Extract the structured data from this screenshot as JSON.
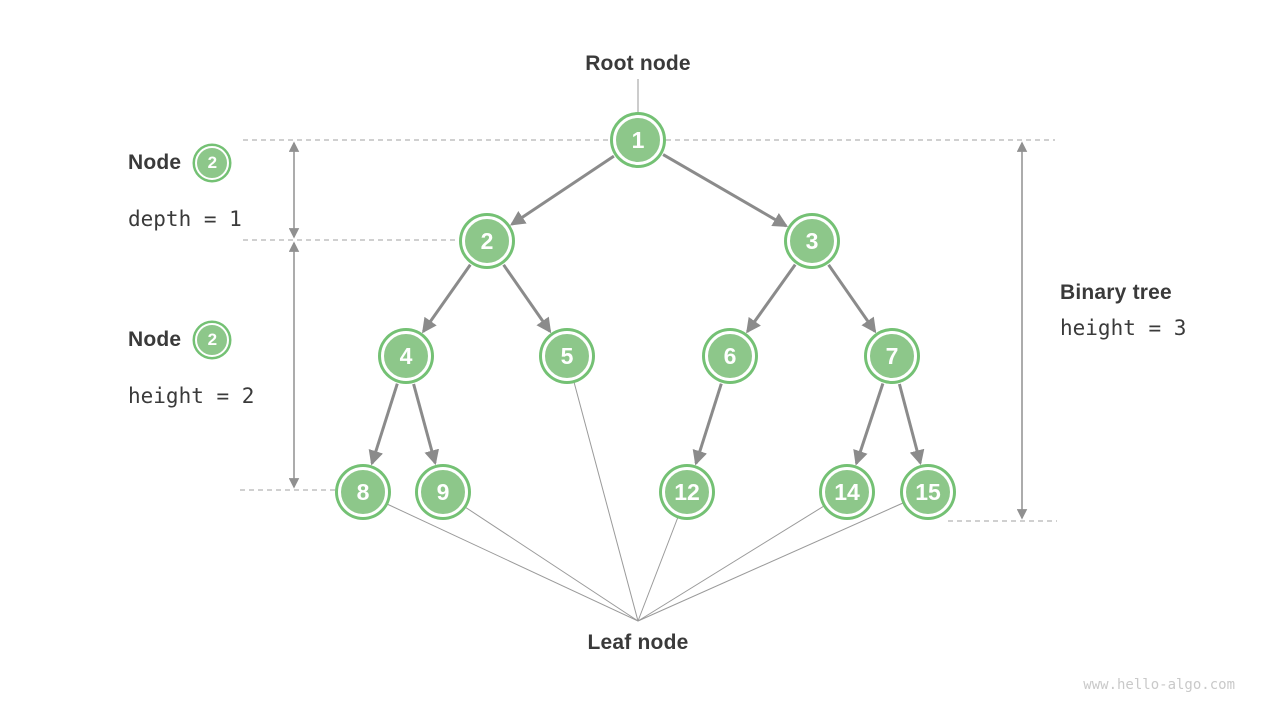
{
  "header": {
    "root_label": "Root node"
  },
  "footer": {
    "leaf_label": "Leaf node"
  },
  "annotations": {
    "node_depth": {
      "title": "Node",
      "badge": "2",
      "caption": "depth = 1"
    },
    "node_height": {
      "title": "Node",
      "badge": "2",
      "caption": "height = 2"
    },
    "binary_tree": {
      "title": "Binary tree",
      "caption": "height = 3"
    }
  },
  "tree": {
    "nodes": [
      {
        "id": "1",
        "value": "1"
      },
      {
        "id": "2",
        "value": "2"
      },
      {
        "id": "3",
        "value": "3"
      },
      {
        "id": "4",
        "value": "4"
      },
      {
        "id": "5",
        "value": "5"
      },
      {
        "id": "6",
        "value": "6"
      },
      {
        "id": "7",
        "value": "7"
      },
      {
        "id": "8",
        "value": "8"
      },
      {
        "id": "9",
        "value": "9"
      },
      {
        "id": "12",
        "value": "12"
      },
      {
        "id": "14",
        "value": "14"
      },
      {
        "id": "15",
        "value": "15"
      }
    ],
    "edges": [
      [
        "1",
        "2"
      ],
      [
        "1",
        "3"
      ],
      [
        "2",
        "4"
      ],
      [
        "2",
        "5"
      ],
      [
        "3",
        "6"
      ],
      [
        "3",
        "7"
      ],
      [
        "4",
        "8"
      ],
      [
        "4",
        "9"
      ],
      [
        "6",
        "12"
      ],
      [
        "7",
        "14"
      ],
      [
        "7",
        "15"
      ]
    ],
    "leaf_nodes": [
      "8",
      "9",
      "5",
      "12",
      "14",
      "15"
    ]
  },
  "watermark": "www.hello-algo.com",
  "colors": {
    "node_fill": "#8dc78a",
    "node_ring": "#74c174",
    "edge_gray": "#8b8b8b",
    "dashed_gray": "#b5b5b5",
    "text_dark": "#3a3a3a",
    "watermark_gray": "#c9c9c9"
  }
}
